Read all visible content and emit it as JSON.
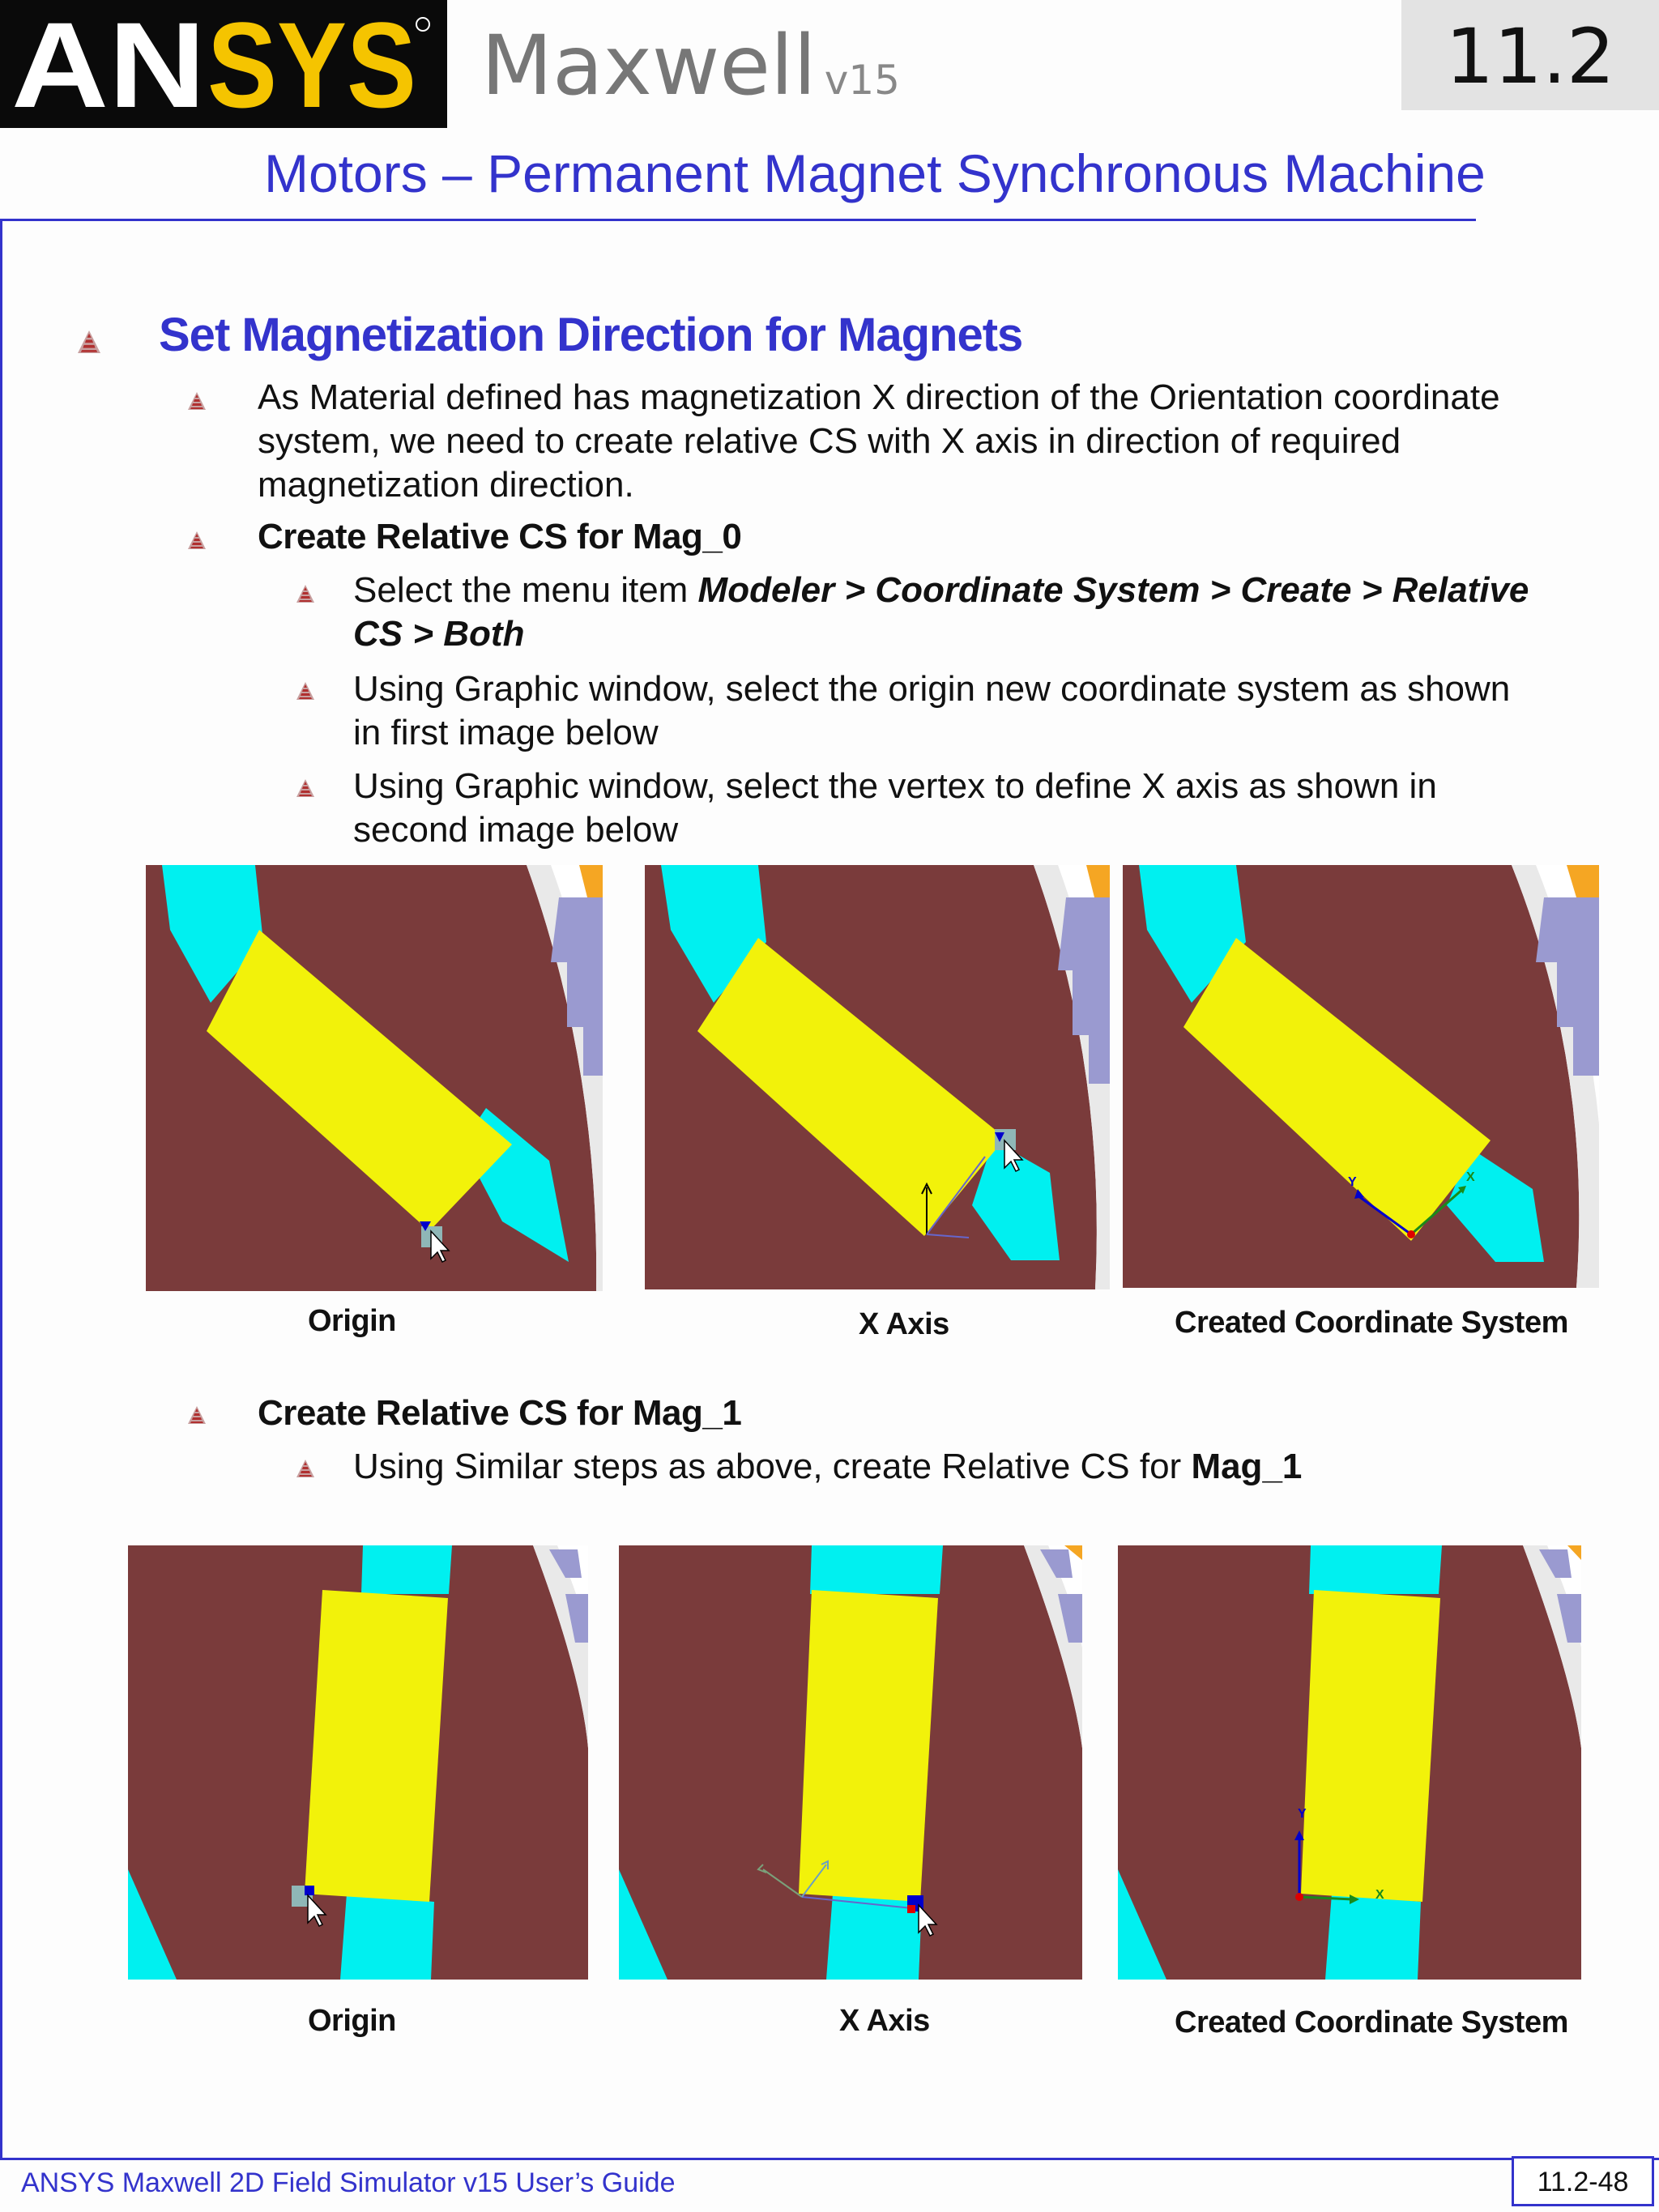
{
  "header": {
    "logo_text": "ANSYS",
    "product": "Maxwell",
    "version": "v15",
    "chapter": "11.2",
    "subtitle": "Motors – Permanent Magnet Synchronous Machine"
  },
  "section": {
    "title": "Set Magnetization Direction for Magnets",
    "intro": "As Material defined has magnetization X direction of the Orientation coordinate system, we need to create relative CS with X axis in direction of required magnetization direction.",
    "intro_lines": [
      "As Material defined has magnetization X direction of the Orientation coordinate",
      "system, we need to create relative CS with X axis in direction of required",
      "magnetization direction."
    ],
    "step1": {
      "title": "Create Relative CS for Mag_0",
      "menu_prefix": "Select the menu item ",
      "menu_path_line1": "Modeler > Coordinate System > Create > Relative",
      "menu_path_line2": "CS > Both",
      "origin_line1": "Using Graphic window, select the origin new coordinate system as shown",
      "origin_line2": "in first image below",
      "vertex_line1": "Using Graphic window, select the vertex to define X axis as shown in",
      "vertex_line2": "second image below",
      "captions": [
        "Origin",
        "X Axis",
        "Created Coordinate System"
      ]
    },
    "step2": {
      "title": "Create Relative CS for Mag_1",
      "text_prefix": "Using Similar steps as above, create Relative CS for ",
      "text_bold": "Mag_1",
      "captions": [
        "Origin",
        "X Axis",
        "Created Coordinate System"
      ]
    }
  },
  "axis_labels": {
    "x": "X",
    "y": "Y"
  },
  "colors": {
    "accent": "#3333cc",
    "rotor": "#7a3b3b",
    "magnet": "#f2f20a",
    "cyan": "#00f0f0",
    "stator": "#9a9ad0",
    "winding": "#f5a623",
    "bullet": "#b03030"
  },
  "footer": {
    "guide": "ANSYS Maxwell 2D Field Simulator v15 User’s Guide",
    "page": "11.2-48"
  }
}
